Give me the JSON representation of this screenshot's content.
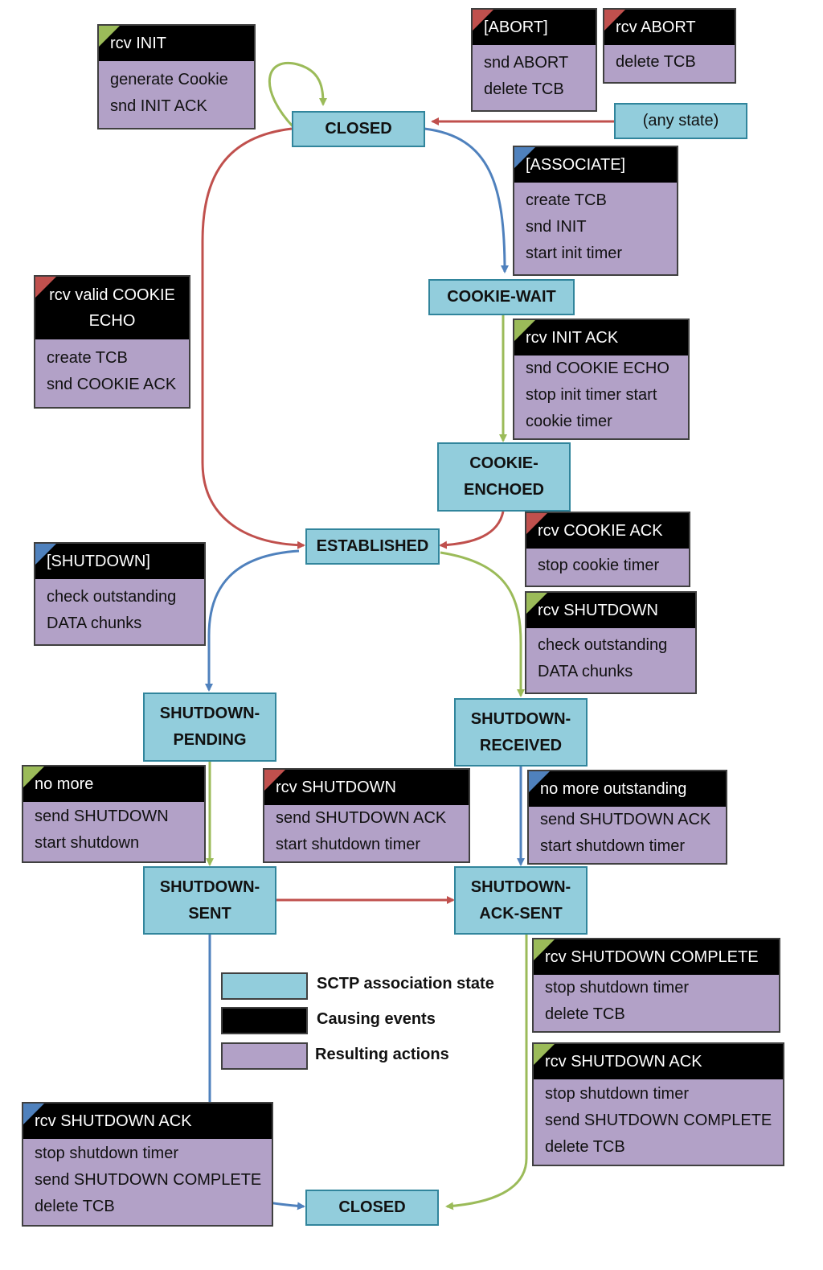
{
  "colors": {
    "state": "#92cddc",
    "event": "#000000",
    "action": "#b2a1c7",
    "red": "#c0504d",
    "blue": "#4f81bd",
    "green": "#9bbb59"
  },
  "states": {
    "closed_top": [
      "CLOSED"
    ],
    "any_state": [
      "(any state)"
    ],
    "cookie_wait": [
      "COOKIE-WAIT"
    ],
    "cookie_echoed": [
      "COOKIE-",
      "ENCHOED"
    ],
    "established": [
      "ESTABLISHED"
    ],
    "shutdown_pending": [
      "SHUTDOWN-",
      "PENDING"
    ],
    "shutdown_received": [
      "SHUTDOWN-",
      "RECEIVED"
    ],
    "shutdown_sent": [
      "SHUTDOWN-",
      "SENT"
    ],
    "shutdown_ack_sent": [
      "SHUTDOWN-",
      "ACK-SENT"
    ],
    "closed_bottom": [
      "CLOSED"
    ]
  },
  "transitions": {
    "rcv_init": {
      "event": [
        "rcv INIT"
      ],
      "actions": [
        "generate Cookie",
        "snd INIT ACK"
      ],
      "color": "green"
    },
    "abort_cmd": {
      "event": [
        "[ABORT]"
      ],
      "actions": [
        "snd ABORT",
        "delete TCB"
      ],
      "color": "red"
    },
    "rcv_abort": {
      "event": [
        "rcv ABORT"
      ],
      "actions": [
        "delete TCB"
      ],
      "color": "red"
    },
    "associate": {
      "event": [
        "[ASSOCIATE]"
      ],
      "actions": [
        "create TCB",
        "snd INIT",
        "start init timer"
      ],
      "color": "blue"
    },
    "rcv_cookie_echo": {
      "event": [
        "rcv valid COOKIE",
        "ECHO"
      ],
      "actions": [
        "create TCB",
        "snd COOKIE ACK"
      ],
      "color": "red"
    },
    "rcv_init_ack": {
      "event": [
        "rcv INIT ACK"
      ],
      "actions": [
        "snd COOKIE ECHO",
        "stop init timer start",
        "cookie timer"
      ],
      "color": "green"
    },
    "rcv_cookie_ack": {
      "event": [
        "rcv COOKIE ACK"
      ],
      "actions": [
        "stop cookie timer"
      ],
      "color": "red"
    },
    "shutdown_cmd": {
      "event": [
        "[SHUTDOWN]"
      ],
      "actions": [
        "check outstanding",
        "DATA chunks"
      ],
      "color": "blue"
    },
    "rcv_shutdown_est": {
      "event": [
        "rcv SHUTDOWN"
      ],
      "actions": [
        "check outstanding",
        "DATA chunks"
      ],
      "color": "green"
    },
    "no_more": {
      "event": [
        "no more"
      ],
      "actions": [
        "send SHUTDOWN",
        "start shutdown"
      ],
      "color": "green"
    },
    "rcv_shutdown_sent": {
      "event": [
        "rcv SHUTDOWN"
      ],
      "actions": [
        "send SHUTDOWN ACK",
        "start shutdown timer"
      ],
      "color": "red"
    },
    "no_more_outstanding": {
      "event": [
        "no more outstanding"
      ],
      "actions": [
        "send SHUTDOWN ACK",
        "start shutdown timer"
      ],
      "color": "blue"
    },
    "rcv_shutdown_complete": {
      "event": [
        "rcv SHUTDOWN COMPLETE"
      ],
      "actions": [
        "stop shutdown timer",
        "delete TCB"
      ],
      "color": "green"
    },
    "rcv_shutdown_ack_right": {
      "event": [
        "rcv SHUTDOWN ACK"
      ],
      "actions": [
        "stop shutdown timer",
        "send SHUTDOWN COMPLETE",
        "delete TCB"
      ],
      "color": "green"
    },
    "rcv_shutdown_ack_left": {
      "event": [
        "rcv SHUTDOWN ACK"
      ],
      "actions": [
        "stop shutdown timer",
        "send SHUTDOWN COMPLETE",
        "delete TCB"
      ],
      "color": "blue"
    }
  },
  "legend": {
    "state": "SCTP association state",
    "event": "Causing events",
    "action": "Resulting actions"
  }
}
